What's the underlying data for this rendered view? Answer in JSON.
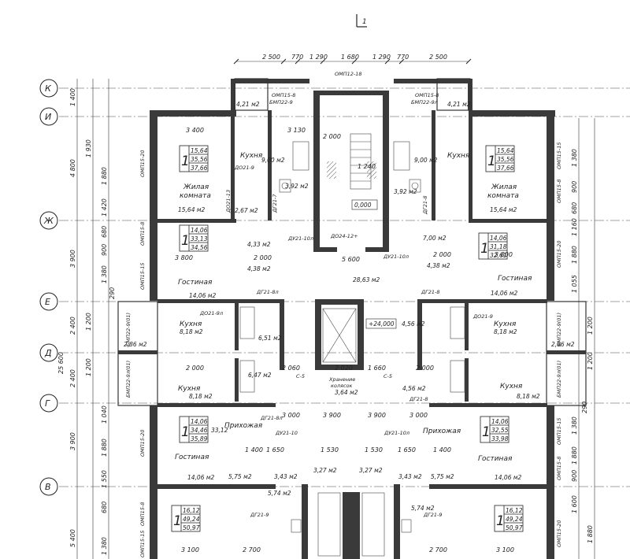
{
  "section_mark": "1",
  "axes": {
    "rows": [
      {
        "label": "К",
        "y": 0
      },
      {
        "label": "И",
        "y": 1
      },
      {
        "label": "Ж",
        "y": 2
      },
      {
        "label": "Е",
        "y": 3
      },
      {
        "label": "Д",
        "y": 4
      },
      {
        "label": "Г",
        "y": 5
      },
      {
        "label": "В",
        "y": 6
      }
    ]
  },
  "top_dims": [
    "2 500",
    "770",
    "1 290",
    "1 680",
    "1 290",
    "770",
    "2 500"
  ],
  "top_overall": "",
  "left_dims": [
    "1 400",
    "1 930",
    "1 880",
    "4 800",
    "1 420",
    "680",
    "900",
    "3 900",
    "1 380",
    "290",
    "2 400",
    "1 200",
    "25 600",
    "1 200",
    "2 400",
    "1 040",
    "3 900",
    "1 880",
    "1 550",
    "680",
    "5 400",
    "1 380"
  ],
  "right_dims": [
    "1 380",
    "900",
    "680",
    "1 160",
    "1 880",
    "1 055",
    "1 200",
    "1 200",
    "290",
    "1 380",
    "1 880",
    "900",
    "1 600",
    "1 880"
  ],
  "windows_left": [
    "ОМП15-20",
    "ОМП15-8",
    "ОМП15-15",
    "БМП22-9(01)",
    "БМП22-9л(01)",
    "ОМП15-20",
    "ОМП15-8",
    "ОМП15-15"
  ],
  "windows_right": [
    "ОМП15-15",
    "ОМП15-8",
    "ОМП15-20",
    "БМП22-9(01)",
    "БМП22-9л(01)",
    "ОМП15-15",
    "ОМП15-8",
    "ОМП15-20"
  ],
  "windows_top": [
    "ОМП12-18",
    "ОМП15-8",
    "БМП22-9",
    "ОМП15-8",
    "БМП22-9л"
  ],
  "apartments": [
    {
      "id": "a1",
      "rooms": "1",
      "v1": "15,64",
      "v2": "35,56",
      "v3": "37,66"
    },
    {
      "id": "a2",
      "rooms": "1",
      "v1": "15,64",
      "v2": "35,56",
      "v3": "37,66"
    },
    {
      "id": "a3",
      "rooms": "1",
      "v1": "14,06",
      "v2": "33,13",
      "v3": "34,56"
    },
    {
      "id": "a4",
      "rooms": "1",
      "v1": "14,06",
      "v2": "31,18",
      "v3": "32,61"
    },
    {
      "id": "a5",
      "rooms": "1",
      "v1": "14,06",
      "v2": "34,46",
      "v3": "35,89"
    },
    {
      "id": "a6",
      "rooms": "1",
      "v1": "14,06",
      "v2": "32,55",
      "v3": "33,98"
    },
    {
      "id": "a7",
      "rooms": "1",
      "v1": "16,12",
      "v2": "49,24",
      "v3": "50,97"
    },
    {
      "id": "a8",
      "rooms": "1",
      "v1": "16,12",
      "v2": "49,24",
      "v3": "50,97"
    }
  ],
  "room_labels": {
    "kitchen": "Кухня",
    "living_room": "Жилая",
    "living_room2": "комната",
    "lounge": "Гостиная",
    "hall": "Прихожая",
    "storage": "Хранение",
    "storage2": "колясок"
  },
  "areas": [
    "4,21 м2",
    "9,00 м2",
    "9,00 м2",
    "15,64 м2",
    "15,64 м2",
    "2,67 м2",
    "3,92 м2",
    "3,92 м2",
    "4,33 м2",
    "4,38 м2",
    "4,38 м2",
    "7,00 м2",
    "28,63 м2",
    "14,06 м2",
    "14,06 м2",
    "8,18 м2",
    "8,18 м2",
    "6,51 м2",
    "4,56 м2",
    "2,86 м2",
    "2,86 м2",
    "6,47 м2",
    "3,64 м2",
    "4,56 м2",
    "8,18 м2",
    "8,18 м2",
    "14,06 м2",
    "14,06 м2",
    "5,75 м2",
    "5,75 м2",
    "3,43 м2",
    "3,43 м2",
    "3,27 м2",
    "3,27 м2",
    "5,74 м2",
    "5,74 м2",
    "4,21 м2"
  ],
  "doors": [
    "ДО21-9",
    "ДО21-13",
    "ДГ21-7",
    "ДГ21-8",
    "ДУ21-10л",
    "ДО24-12+",
    "ДУ21-10л",
    "ДГ21-8л",
    "ДГ21-8",
    "ДО21-9л",
    "ДО21-9",
    "ДГ21-8л",
    "ДГ21-8",
    "ДУ21-10",
    "ДУ21-10л",
    "ДГ21-9",
    "ДГ21-9",
    "С-5",
    "С-5"
  ],
  "levels": [
    "0,000",
    "+24,000"
  ],
  "inner_dims": [
    "3 400",
    "3 130",
    "2 000",
    "1 240",
    "3 800",
    "2 000",
    "5 600",
    "2 000",
    "3 800",
    "2 000",
    "2 060",
    "2 020",
    "1 660",
    "2 000",
    "3 000",
    "3 900",
    "3 900",
    "3 000",
    "1 650",
    "1 650",
    "1 400",
    "1 400",
    "2 700",
    "2 700",
    "3 100",
    "3 100",
    "1 530",
    "1 530"
  ],
  "totals": {
    "a5_note": "33,12"
  }
}
